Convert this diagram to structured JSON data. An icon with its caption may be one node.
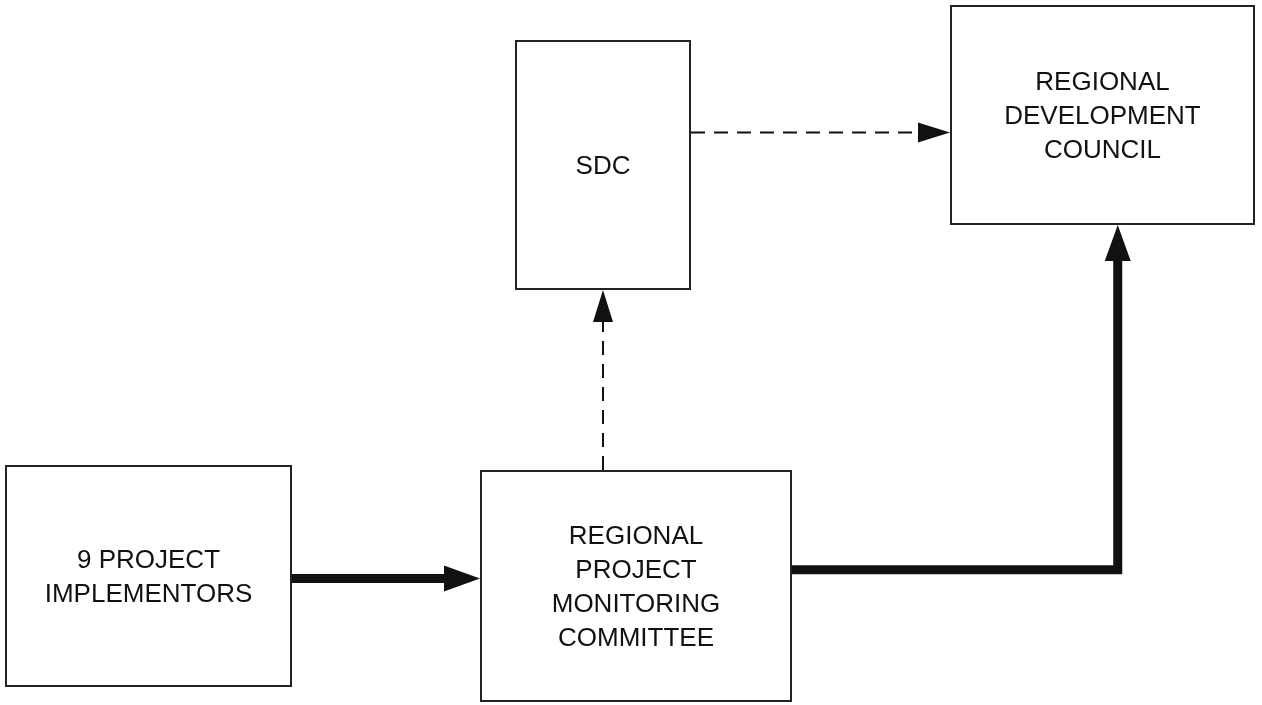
{
  "diagram": {
    "nodes": [
      {
        "text": [
          "SDC"
        ]
      },
      {
        "text": [
          "REGIONAL DEVELOPMENT COUNCIL"
        ]
      },
      {
        "text": [
          "9 PROJECT IMPLEMENTORS"
        ]
      },
      {
        "text": [
          "REGIONAL PROJECT MONITORING COMMITTEE"
        ]
      }
    ],
    "edges": [
      {
        "from": 3,
        "to": 0,
        "arrow": "to",
        "style": "dashed"
      },
      {
        "from": 0,
        "to": 1,
        "arrow": "to",
        "style": "dashed"
      },
      {
        "from": 2,
        "to": 3,
        "arrow": "to",
        "style": "thick"
      },
      {
        "from": 3,
        "to": 1,
        "arrow": "to",
        "style": "thick"
      }
    ]
  }
}
